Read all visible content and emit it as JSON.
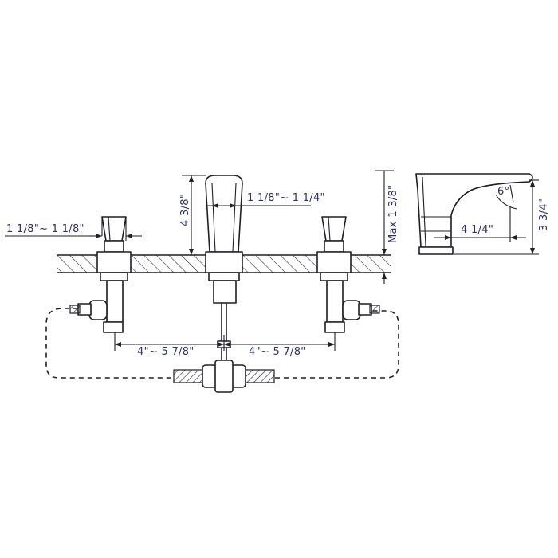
{
  "diagram": {
    "label_handle_width": "1 1/8\"~ 1 1/8\"",
    "label_spout_width": "1 1/8\"~ 1 1/4\"",
    "label_spout_height": "4 3/8\"",
    "label_max_deck": "Max 1 3/8\"",
    "label_spout_reach": "4 1/4\"",
    "label_side_height": "3 3/4\"",
    "label_angle": "6°",
    "label_left_spacing": "4\"~ 5 7/8\"",
    "label_right_spacing": "4\"~ 5 7/8\""
  }
}
